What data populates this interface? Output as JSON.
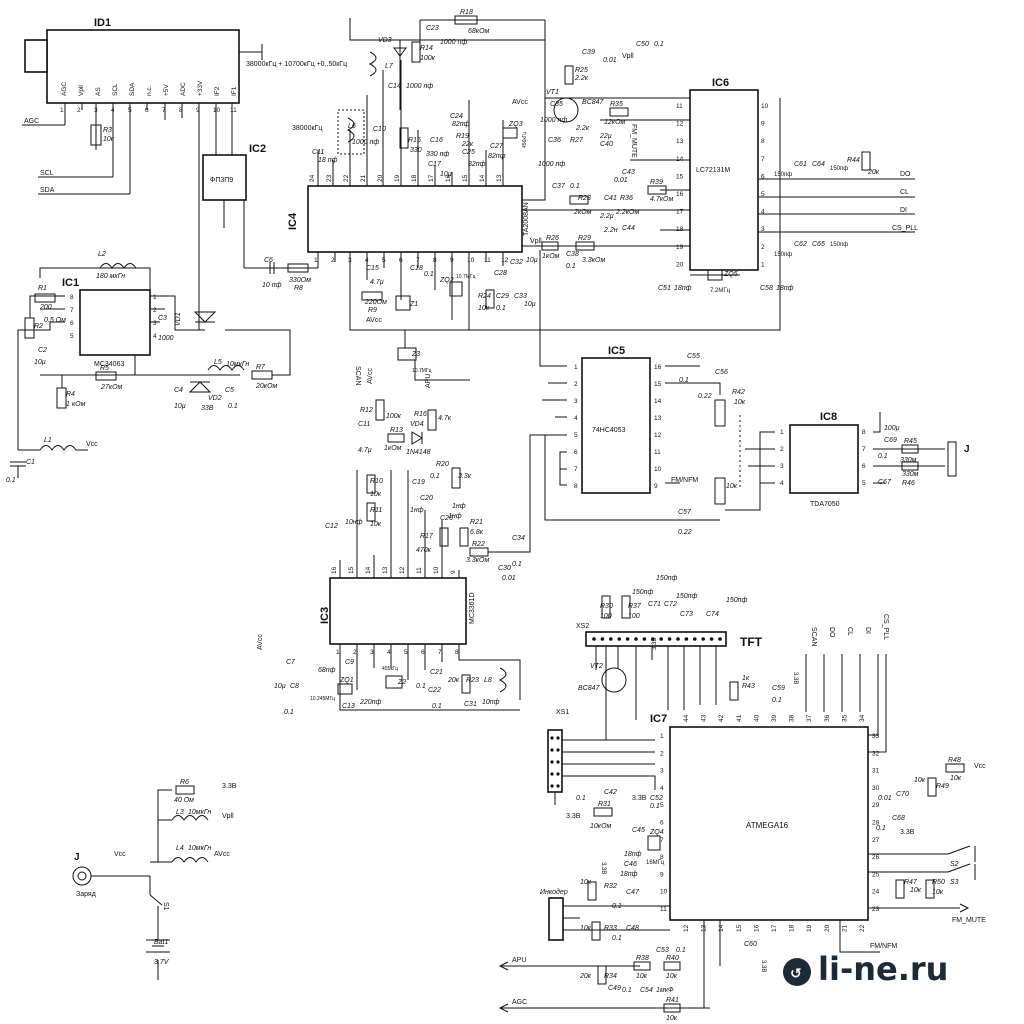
{
  "ic_labels": {
    "id1": "ID1",
    "ic1": "IC1",
    "ic2": "IC2",
    "ic3": "IC3",
    "ic4": "IC4",
    "ic5": "IC5",
    "ic6": "IC6",
    "ic7": "IC7",
    "ic8": "IC8"
  },
  "chip_names": {
    "ic1": "MC34063",
    "ic2": "ФП3П9",
    "ic3": "MC3361D",
    "ic4": "TA2008AN",
    "ic5": "74HC4053",
    "ic6": "LC72131M",
    "ic7": "ATMEGA16",
    "ic8": "TDA7050"
  },
  "id1_pins": [
    "AGC",
    "Vpll",
    "AS",
    "SCL",
    "SDA",
    "n.c.",
    "+5V",
    "ADC",
    "+33V",
    "IF2",
    "IF1"
  ],
  "id1_pin_numbers": [
    "1",
    "2",
    "3",
    "4",
    "5",
    "6",
    "7",
    "8",
    "9",
    "10",
    "11"
  ],
  "freq_note": "38000кГц + 10700кГц +0..50кГц",
  "net_labels": {
    "agc_left": "AGC",
    "scl_left": "SCL",
    "sda_left": "SDA",
    "do": "DO",
    "cl": "CL",
    "di": "DI",
    "cs_pll": "CS_PLL",
    "vcc_l1": "Vcc",
    "fm_nfm": "FM/NFM",
    "fm_mute": "FM_MUTE",
    "apu": "APU",
    "agc_bottom": "AGC",
    "vpll": "Vpll",
    "avcc": "AVcc",
    "v33": "3.3B",
    "tft": "TFT",
    "xs1": "XS1",
    "xs2": "XS2",
    "encoder": "Инкодер",
    "charge": "Заряд",
    "jack": "J",
    "jack2": "J",
    "scan": "SCAN",
    "fm_mute_v": "FM_MUTE",
    "s1": "S1",
    "s2": "S2",
    "s3": "S3",
    "bat": "Bat1",
    "bat_v": "3.7V",
    "vcc_bottom": "Vcc",
    "vcc_r48": "Vcc",
    "freq_l6": "38000кГц"
  },
  "components": {
    "r1": "R1",
    "r1v": "200",
    "r2": "R2",
    "r2v": "0.5 Ом",
    "r3": "R3",
    "r3v": "10к",
    "r4": "R4",
    "r4v": "1 кОм",
    "r5": "R5",
    "r5v": "27кОм",
    "r7": "R7",
    "r7v": "20кОм",
    "r8": "R8",
    "r8v": "330Ом",
    "c1": "C1",
    "c1v": "0.1",
    "c2": "C2",
    "c2v": "10µ",
    "c3": "C3",
    "c3v": "1000",
    "c4": "C4",
    "c4v": "10µ",
    "c5": "C5",
    "c5v": "0.1",
    "c6": "C6",
    "c6v": "10 пф",
    "l1": "L1",
    "l2": "L2",
    "l2v": "180 мкГн",
    "l5": "L5",
    "l5v": "10мкГн",
    "vd1": "VD1",
    "vd2": "VD2",
    "vd2v": "33В",
    "r18": "R18",
    "r18v": "68кОм",
    "c23": "C23",
    "c23v": "1000 пф",
    "r14": "R14",
    "r14v": "100к",
    "l7": "L7",
    "vd3": "VD3",
    "c14": "C14",
    "c14v": "1000 пф",
    "c10": "C10",
    "c10v": "1000 пф",
    "l6": "L6",
    "c11": "C11",
    "c11v": "18 пф",
    "r15": "R15",
    "r15v": "330",
    "c16": "C16",
    "c16v": "330 пф",
    "c17": "C17",
    "c17v": "10µ",
    "c24": "C24",
    "c24v": "82пф",
    "r19": "R19",
    "r19v": "22к",
    "c25": "C25",
    "c25v": "82пф",
    "c27": "C27",
    "c27v": "82пф",
    "zq3": "ZQ3",
    "zq3v": "456кГц",
    "c39": "C39",
    "c39v": "0.01",
    "c50": "C50",
    "c50v": "0.1",
    "r25": "R25",
    "r25v": "2.2к",
    "vt1": "VT1",
    "vt1v": "BC847",
    "c35": "C35",
    "c35v": "1000 пф",
    "r35": "R35",
    "r35v": "12кОм",
    "c40": "C40",
    "c40v": "22µ",
    "r27": "R27",
    "r27v": "2.2к",
    "c36": "C36",
    "c36v": "1000 пф",
    "c37": "C37",
    "c37v": "0.1",
    "r28": "R28",
    "r28v": "2кОм",
    "c41": "C41",
    "c41v": "2.2µ",
    "r36": "R36",
    "r36v": "2.2кОм",
    "c43": "C43",
    "c43v": "0.01",
    "r39": "R39",
    "r39v": "4.7кОм",
    "c44": "C44",
    "c44v": "2.2н",
    "r26": "R26",
    "r26v": "1кОм",
    "c38": "C38",
    "c38v": "0.1",
    "r29": "R29",
    "r29v": "3.3кОм",
    "c61": "C61",
    "c61v": "150пф",
    "c64": "C64",
    "c64v": "150пф",
    "r44": "R44",
    "r44v": "20к",
    "c62": "C62",
    "c62v": "150пф",
    "c65": "C65",
    "c65v": "150пф",
    "c66v": "150пф",
    "c51": "C51",
    "c51v": "18пф",
    "zq5": "ZQ5",
    "zq5v": "7.2МГц",
    "c58": "C58",
    "c58v": "18пф",
    "c15": "C15",
    "c15v": "4.7µ",
    "c18": "C18",
    "c18v": "0.1",
    "r9": "R9",
    "r9v": "220Ом",
    "z1": "Z1",
    "zq2": "ZQ2",
    "zq2v": "10.7МГц",
    "c28": "C28",
    "c32": "C32",
    "c32v": "10µ",
    "r24": "R24",
    "r24v": "10к",
    "c29": "C29",
    "c29v": "0.1",
    "c33": "C33",
    "c33v": "10µ",
    "z3": "Z3",
    "z3v": "10.7МГц",
    "c55": "C55",
    "c55v": "0.1",
    "c56": "C56",
    "c56v": "0.22",
    "r42": "R42",
    "r42v": "10к",
    "c57": "C57",
    "c57v": "0.22",
    "r42b": "10к",
    "c69": "C69",
    "c69v": "100µ",
    "r45": "R45",
    "r45v": "330м",
    "c67": "C67",
    "c68v": "0.1",
    "r46": "R46",
    "r46v": "330м",
    "r12": "R12",
    "r12v": "100к",
    "c11b": "C11",
    "c11bv": "4.7µ",
    "r13": "R13",
    "r13v": "1кОм",
    "vd4": "VD4",
    "vd4v": "1N4148",
    "r16": "R16",
    "r16v": "4.7к",
    "c19": "C19",
    "c19v": "1нф",
    "r20": "R20",
    "r20v": "0.1",
    "r20b": "3.3к",
    "c20": "C20",
    "c20v": "1нф",
    "c26": "C26",
    "c26v": "1нф",
    "r10": "R10",
    "r10v": "10к",
    "r11": "R11",
    "r11v": "10к",
    "c12": "C12",
    "c12v": "10нф",
    "r17": "R17",
    "r17v": "470к",
    "r21": "R21",
    "r21v": "6.8к",
    "r22": "R22",
    "r22v": "3.3кОм",
    "c30": "C30",
    "c30v": "0.01",
    "c34": "C34",
    "c34v": "0.1",
    "c7": "C7",
    "c7v": "10µ",
    "c8": "C8",
    "c8v": "0.1",
    "c9": "C9",
    "c9v": "68пф",
    "zq1": "ZQ1",
    "zq1v": "10.245МГц",
    "c13": "C13",
    "c13v": "220пф",
    "z2": "Z2",
    "z2v": "455кГц",
    "c21": "C21",
    "c21v": "0.1",
    "c22": "C22",
    "c22v": "0.1",
    "r23": "R23",
    "r23v": "20к",
    "c31": "C31",
    "c31v": "10пф",
    "l8": "L8",
    "r30": "R30",
    "r30v": "100",
    "r37": "R37",
    "r37v": "100",
    "c71": "C71",
    "c72": "C72",
    "c73": "C73",
    "c74": "C74",
    "c71v": "150пф",
    "c72v": "150пф",
    "c73v": "150пф",
    "c74v": "150пф",
    "vt2": "VT2",
    "vt2v": "BC847",
    "r43": "R43",
    "r43v": "1к",
    "c59": "C59",
    "c59v": "0.1",
    "r48": "R48",
    "r48v": "10к",
    "r49": "R49",
    "r49v": "10к",
    "c70": "C70",
    "c70v": "0.01",
    "c68": "C68",
    "r47": "R47",
    "r47v": "10к",
    "r50": "R50",
    "r50v": "10к",
    "c42": "C42",
    "c42v": "0.1",
    "r31": "R31",
    "r31v": "10кОм",
    "c52": "C52",
    "c52v": "0.1",
    "c45": "C45",
    "c45v": "18пф",
    "zq4": "ZQ4",
    "zq4v": "16МГц",
    "c46": "C46",
    "c46v": "18пф",
    "r32": "R32",
    "r32v": "10к",
    "c47": "C47",
    "c47v": "0.1",
    "r33": "R33",
    "r33v": "10к",
    "c48": "C48",
    "c48v": "0.1",
    "c53": "C53",
    "c53v": "0.1",
    "r38": "R38",
    "r38v": "10к",
    "r40": "R40",
    "r40v": "10к",
    "r34": "R34",
    "r34v": "20к",
    "c49": "C49",
    "c49v": "0.1",
    "c54": "C54",
    "c54v": "1мкФ",
    "r41": "R41",
    "r41v": "10к",
    "c60": "C60",
    "r6": "R6",
    "r6v": "40 Ом",
    "l3": "L3",
    "l3v": "10мкГн",
    "l4": "L4",
    "l4v": "10мкГн"
  },
  "ic7_pins_top": [
    "44",
    "43",
    "42",
    "41",
    "40",
    "39",
    "38",
    "37",
    "36",
    "35",
    "34"
  ],
  "ic7_pins_left": [
    "1",
    "2",
    "3",
    "4",
    "5",
    "6",
    "7",
    "8",
    "9",
    "10",
    "11"
  ],
  "ic7_pins_right": [
    "33",
    "32",
    "31",
    "30",
    "29",
    "28",
    "27",
    "26",
    "25",
    "24",
    "23"
  ],
  "ic7_pins_bottom": [
    "12",
    "13",
    "14",
    "15",
    "16",
    "17",
    "18",
    "19",
    "20",
    "21",
    "22"
  ],
  "ic7_top_nets": [
    "SCAN",
    "DO",
    "CL",
    "DI",
    "CS_PLL"
  ],
  "ic4_pins_top": [
    "24",
    "23",
    "22",
    "21",
    "20",
    "19",
    "18",
    "17",
    "16",
    "15",
    "14",
    "13"
  ],
  "ic4_pins_bottom": [
    "1",
    "2",
    "3",
    "4",
    "5",
    "6",
    "7",
    "8",
    "9",
    "10",
    "11",
    "12"
  ],
  "ic3_pins_top": [
    "16",
    "15",
    "14",
    "13",
    "12",
    "11",
    "10",
    "9"
  ],
  "ic3_pins_bottom": [
    "1",
    "2",
    "3",
    "4",
    "5",
    "6",
    "7",
    "8"
  ],
  "ic5_pins_left": [
    "1",
    "2",
    "3",
    "4",
    "5",
    "6",
    "7",
    "8"
  ],
  "ic5_pins_right": [
    "16",
    "15",
    "14",
    "13",
    "12",
    "11",
    "10",
    "9"
  ],
  "ic6_pins_left": [
    "11",
    "12",
    "13",
    "14",
    "15",
    "16",
    "17",
    "18",
    "19",
    "20"
  ],
  "ic6_pins_right": [
    "10",
    "9",
    "8",
    "7",
    "6",
    "5",
    "4",
    "3",
    "2",
    "1"
  ],
  "ic8_pins_left": [
    "1",
    "2",
    "3",
    "4"
  ],
  "ic8_pins_right": [
    "8",
    "7",
    "6",
    "5"
  ],
  "ic1_pins_left": [
    "8",
    "7",
    "6",
    "5"
  ],
  "ic1_pins_right": [
    "1",
    "2",
    "3",
    "4"
  ],
  "watermark": "li-ne.ru"
}
